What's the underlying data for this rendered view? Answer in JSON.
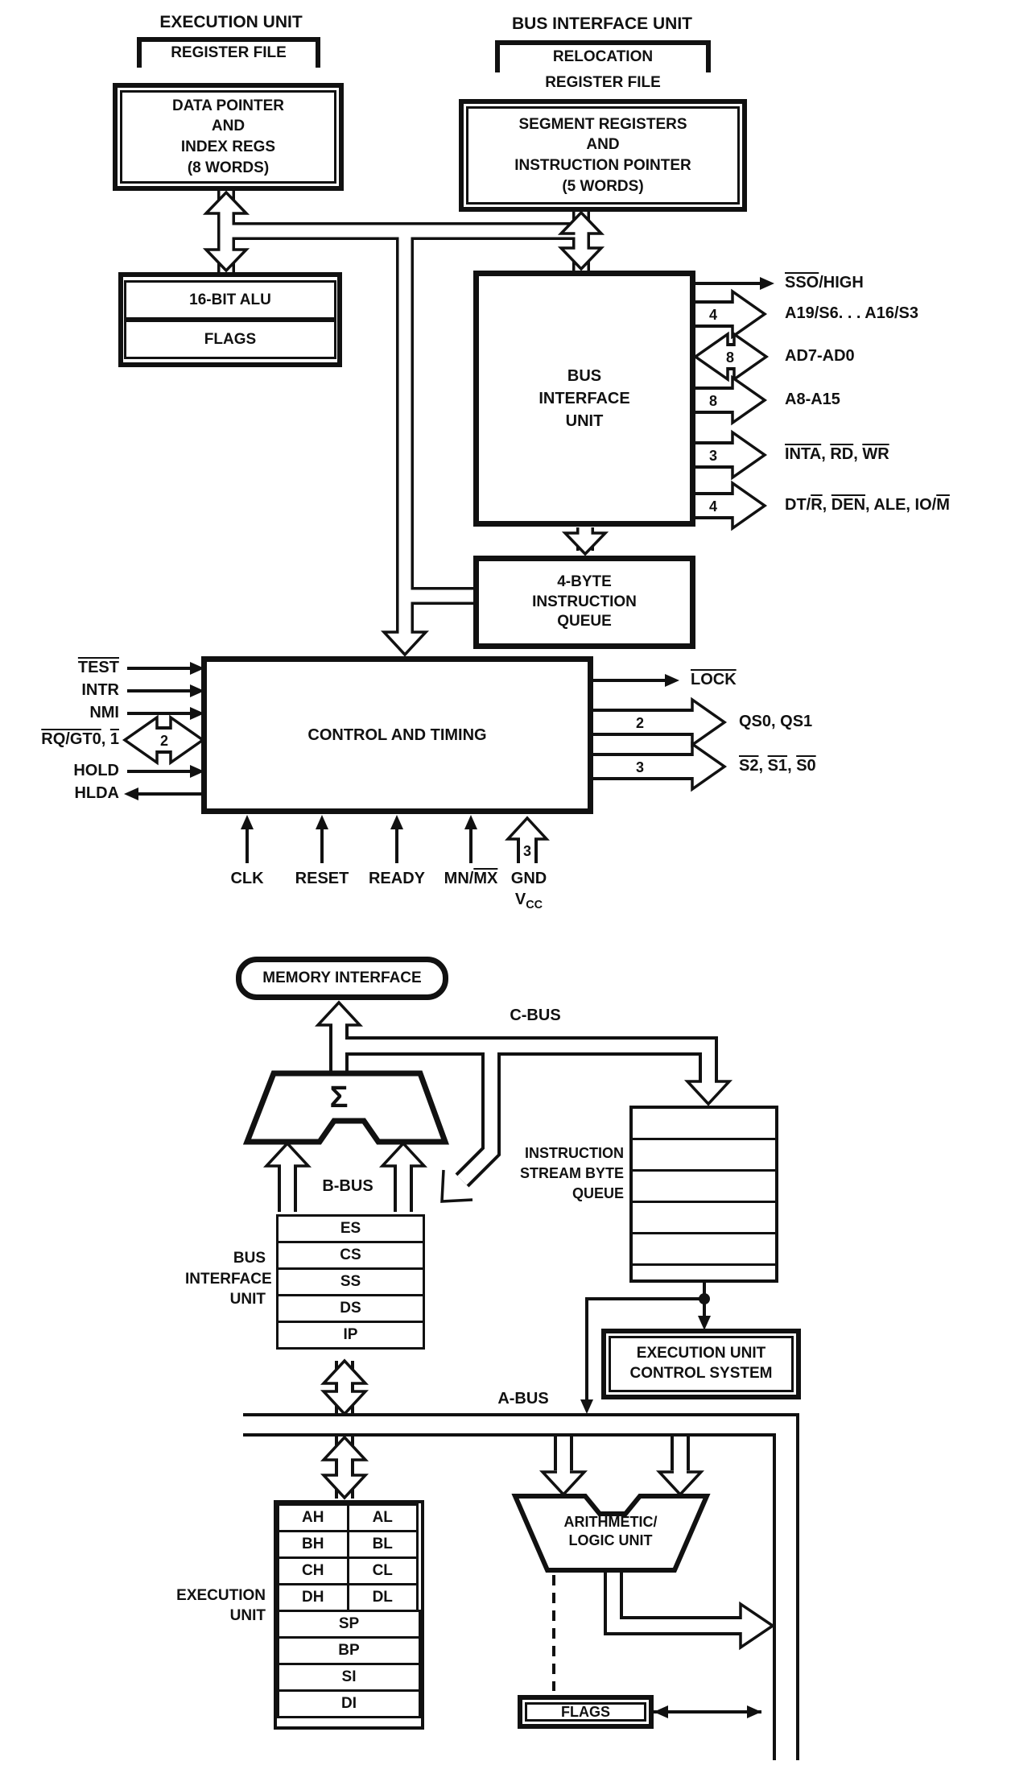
{
  "ink": "#111111",
  "paper": "#ffffff",
  "d1": {
    "eu_title": "EXECUTION UNIT",
    "eu_bracket": "REGISTER FILE",
    "biu_title": "BUS INTERFACE UNIT",
    "biu_bracket_line1": "RELOCATION",
    "biu_bracket_line2": "REGISTER FILE",
    "dp_box": [
      "DATA POINTER",
      "AND",
      "INDEX REGS",
      "(8 WORDS)"
    ],
    "seg_box": [
      "SEGMENT REGISTERS",
      "AND",
      "INSTRUCTION POINTER",
      "(5 WORDS)"
    ],
    "alu_box": [
      "16-BIT ALU",
      "FLAGS"
    ],
    "biu_box": [
      "BUS",
      "INTERFACE",
      "UNIT"
    ],
    "queue_box": [
      "4-BYTE",
      "INSTRUCTION",
      "QUEUE"
    ],
    "ct_box": "CONTROL AND TIMING",
    "bus_out": {
      "sso": [
        {
          "t": "SSO",
          "ov": true
        },
        {
          "t": "/HIGH"
        }
      ],
      "a19": "A19/S6. . . A16/S3",
      "ad7": "AD7-AD0",
      "a8": "A8-A15",
      "inta": [
        {
          "t": "INTA",
          "ov": true
        },
        {
          "t": ", "
        },
        {
          "t": "RD",
          "ov": true
        },
        {
          "t": ", "
        },
        {
          "t": "WR",
          "ov": true
        }
      ],
      "dtr": [
        {
          "t": "DT/"
        },
        {
          "t": "R",
          "ov": true
        },
        {
          "t": ", "
        },
        {
          "t": "DEN",
          "ov": true
        },
        {
          "t": ", ALE, IO/"
        },
        {
          "t": "M",
          "ov": true
        }
      ],
      "n_a19": "4",
      "n_ad7": "8",
      "n_a8": "8",
      "n_inta": "3",
      "n_dtr": "4"
    },
    "left_in": {
      "test": [
        {
          "t": "TEST",
          "ov": true
        }
      ],
      "intr": "INTR",
      "nmi": "NMI",
      "rqgt": [
        {
          "t": "RQ/GT0",
          "ov": true
        },
        {
          "t": ", "
        },
        {
          "t": "1",
          "ov": true
        }
      ],
      "hold": "HOLD",
      "hlda": "HLDA",
      "n_rqgt": "2"
    },
    "right_out": {
      "lock": [
        {
          "t": "LOCK",
          "ov": true
        }
      ],
      "qs": "QS0, QS1",
      "s": [
        {
          "t": "S2",
          "ov": true
        },
        {
          "t": ", "
        },
        {
          "t": "S1",
          "ov": true
        },
        {
          "t": ", "
        },
        {
          "t": "S0",
          "ov": true
        }
      ],
      "n_qs": "2",
      "n_s": "3"
    },
    "bottom_in": {
      "clk": "CLK",
      "reset": "RESET",
      "ready": "READY",
      "mnmx": [
        {
          "t": "MN/"
        },
        {
          "t": "MX",
          "ov": true
        }
      ],
      "gnd": "GND",
      "vcc": [
        {
          "t": "V"
        },
        {
          "t": "CC",
          "sub": true
        }
      ],
      "n_pwr": "3"
    }
  },
  "d2": {
    "mem": "MEMORY INTERFACE",
    "sigma": "Σ",
    "cbus": "C-BUS",
    "bbus": "B-BUS",
    "abus": "A-BUS",
    "seg_regs": [
      "ES",
      "CS",
      "SS",
      "DS",
      "IP"
    ],
    "biu_label": [
      "BUS",
      "INTERFACE",
      "UNIT"
    ],
    "queue_label": [
      "INSTRUCTION",
      "STREAM BYTE",
      "QUEUE"
    ],
    "eucs": [
      "EXECUTION UNIT",
      "CONTROL SYSTEM"
    ],
    "eu_label": [
      "EXECUTION",
      "UNIT"
    ],
    "reg_hi": [
      "AH",
      "BH",
      "CH",
      "DH"
    ],
    "reg_lo": [
      "AL",
      "BL",
      "CL",
      "DL"
    ],
    "reg_wide": [
      "SP",
      "BP",
      "SI",
      "DI"
    ],
    "alu": [
      "ARITHMETIC/",
      "LOGIC UNIT"
    ],
    "flags": "FLAGS"
  }
}
